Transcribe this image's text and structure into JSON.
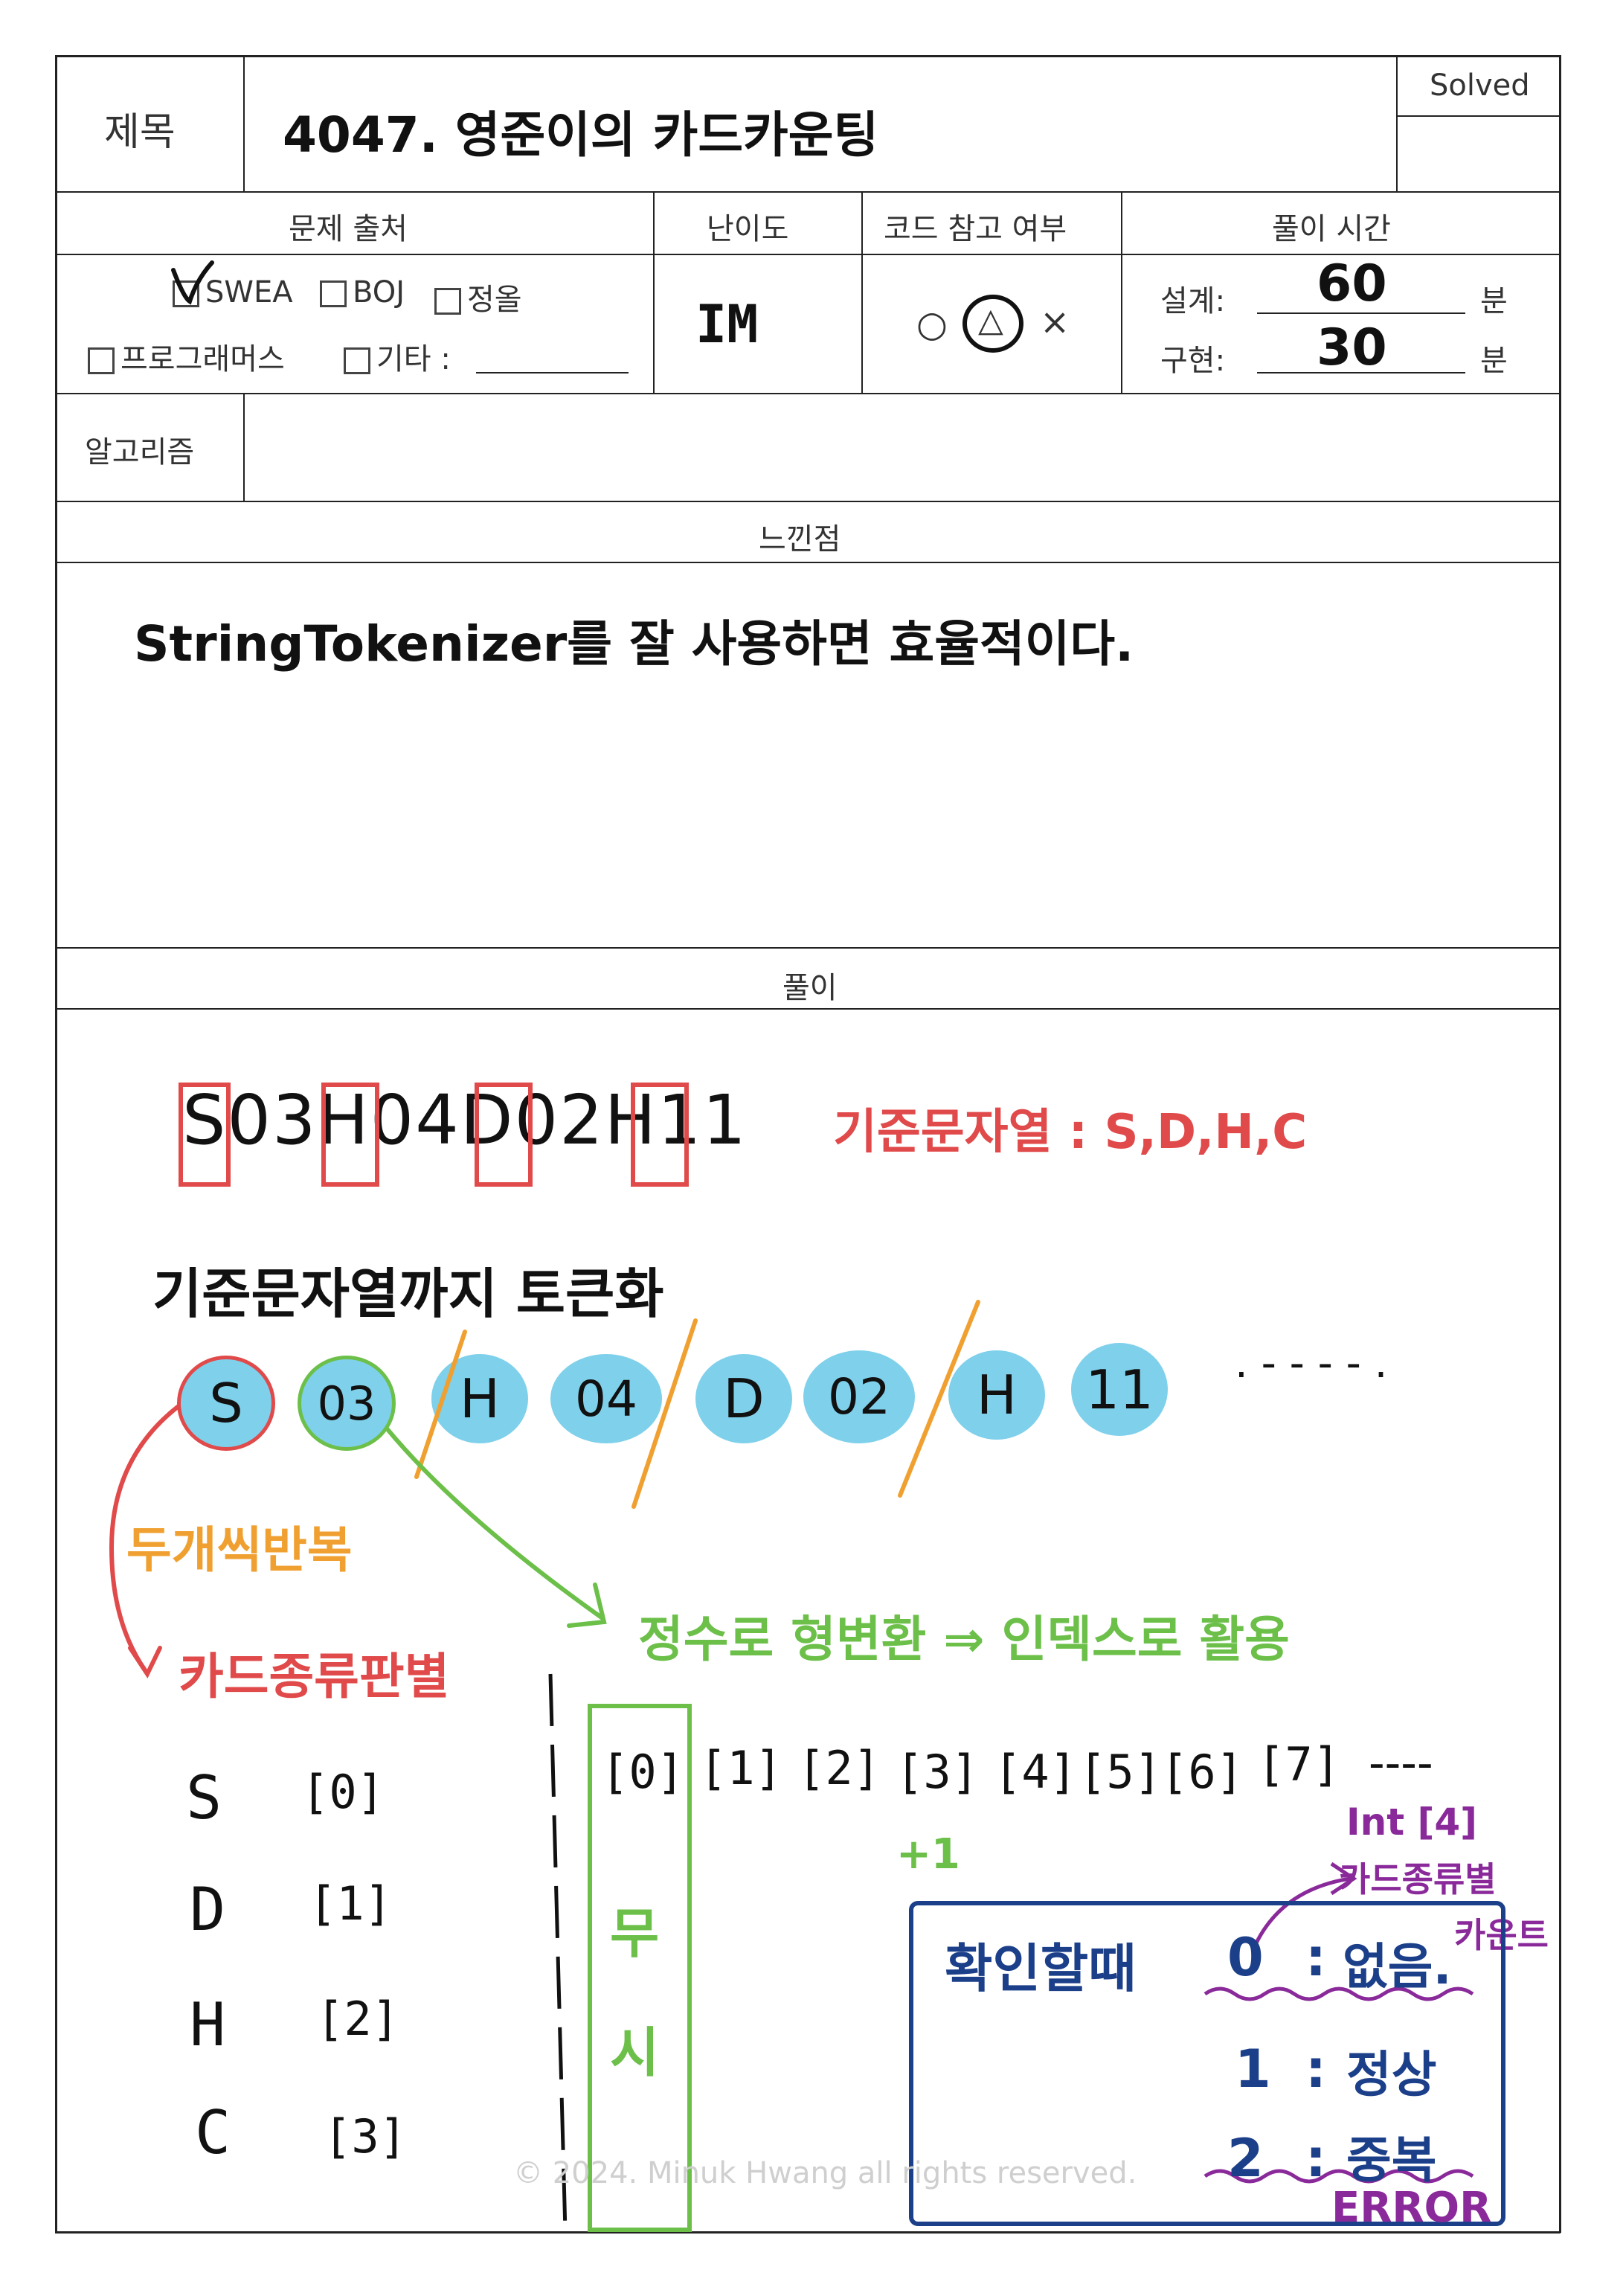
{
  "header": {
    "title_label": "제목",
    "title_value": "4047. 영준이의 카드카운팅",
    "status": "Solved"
  },
  "meta_headers": {
    "source": "문제 출처",
    "difficulty": "난이도",
    "code_reference": "코드 참고 여부",
    "solve_time": "풀이 시간"
  },
  "source_options": [
    "SWEA",
    "BOJ",
    "정올",
    "프로그래머스",
    "기타 :"
  ],
  "source_checked": "SWEA",
  "difficulty_value": "IM",
  "code_reference_options": [
    "○",
    "△",
    "×"
  ],
  "code_reference_selected": "△",
  "time": {
    "design_label": "설계:",
    "design_value": "60",
    "impl_label": "구현:",
    "impl_value": "30",
    "unit": "분"
  },
  "algorithm_label": "알고리즘",
  "algorithm_value": "",
  "reflection_header": "느낀점",
  "reflection_text": "StringTokenizer를 잘 사용하면 효율적이다.",
  "solution_header": "풀이",
  "solution": {
    "input_chars": [
      "S",
      "03",
      "H",
      "04",
      "D",
      "02",
      "H",
      "11"
    ],
    "delimiters_note": "기준문자열 : S,D,H,C",
    "tokenize_title": "기준문자열까지 토큰화",
    "tokens": [
      "S",
      "03",
      "H",
      "04",
      "D",
      "02",
      "H",
      "11"
    ],
    "tokens_more": ". - - - - .",
    "repeat_note": "두개씩반복",
    "card_type_note": "카드종류판별",
    "convert_note": "정수로 형변환 ⇒ 인덱스로 활용",
    "suit_map": [
      {
        "suit": "S",
        "index": "[0]"
      },
      {
        "suit": "D",
        "index": "[1]"
      },
      {
        "suit": "H",
        "index": "[2]"
      },
      {
        "suit": "C",
        "index": "[3]"
      }
    ],
    "array_indices": [
      "[0]",
      "[1]",
      "[2]",
      "[3]",
      "[4]",
      "[5]",
      "[6]",
      "[7]"
    ],
    "array_more": "----",
    "ignore_label": [
      "무",
      "시"
    ],
    "plus_one": "+1",
    "int_note": "Int [4]",
    "int_note2": "카드종류별",
    "count_note": "카운트",
    "check_title": "확인할때",
    "check_rows": [
      {
        "key": "0",
        "value": "없음."
      },
      {
        "key": "1",
        "value": "정상"
      },
      {
        "key": "2",
        "value": "중복"
      }
    ],
    "error_label": "ERROR"
  },
  "watermark": "© 2024. Minuk Hwang all rights reserved.",
  "colors": {
    "red": "#e04a4a",
    "green": "#6cc04a",
    "blue_bubble": "#7fd0ea",
    "orange": "#f0a030",
    "navy": "#1c3f8a",
    "purple": "#8a2a9a"
  }
}
